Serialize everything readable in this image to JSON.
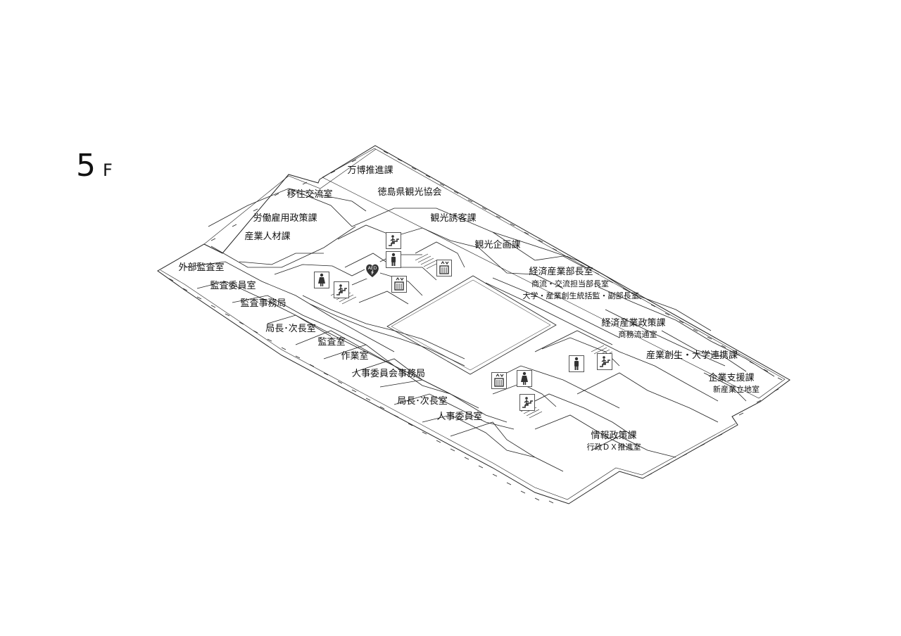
{
  "floor": {
    "number": "5",
    "unit": "F"
  },
  "rooms": [
    "万博推進課",
    "徳島県観光協会",
    "移住交流室",
    "観光誘客課",
    "労働雇用政策課",
    "産業人材課",
    "観光企画課",
    "外部監査室",
    "経済産業部長室",
    "商流・交流担当部長室",
    "大学・産業創生統括監・副部長室",
    "監査委員室",
    "監査事務局",
    "経済産業政策課",
    "商務流通室",
    "局長･次長室",
    "監査室",
    "産業創生・大学連携課",
    "作業室",
    "企業支援課",
    "人事委員会事務局",
    "新産業立地室",
    "局長･次長室",
    "人事委員室",
    "情報政策課",
    "行政ＤＸ推進室"
  ],
  "facilities": {
    "aed": {
      "label": "AED",
      "icon": "aed-icon"
    },
    "stairs": "stairs-icon",
    "elevator": "elevator-icon",
    "restroom_women": "restroom-women-icon",
    "restroom_men": "restroom-men-icon"
  },
  "colors": {
    "line": "#222222",
    "icon_fill": "#333333",
    "background": "#ffffff"
  }
}
